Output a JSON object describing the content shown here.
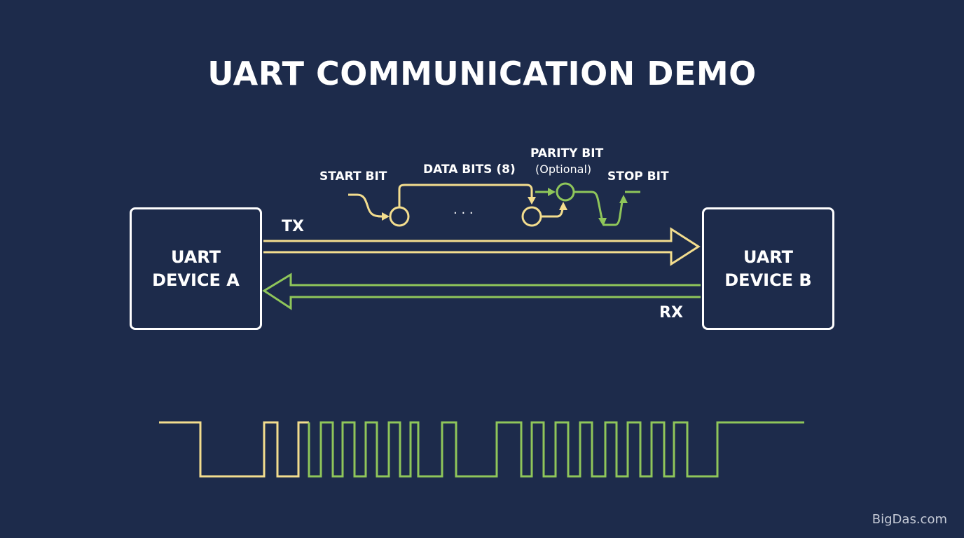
{
  "title": "UART COMMUNICATION DEMO",
  "devices": {
    "a": {
      "line1": "UART",
      "line2": "DEVICE A"
    },
    "b": {
      "line1": "UART",
      "line2": "DEVICE B"
    }
  },
  "lines": {
    "tx": "TX",
    "rx": "RX"
  },
  "frame": {
    "start_bit": "START BIT",
    "data_bits": "DATA BITS (8)",
    "parity_bit": "PARITY BIT",
    "parity_note": "(Optional)",
    "stop_bit": "STOP BIT",
    "ellipsis": "· · ·"
  },
  "colors": {
    "background": "#1d2b4b",
    "tx_yellow": "#f3dd8e",
    "rx_green": "#8fc65a",
    "white": "#ffffff"
  },
  "watermark": "BigDas.com"
}
